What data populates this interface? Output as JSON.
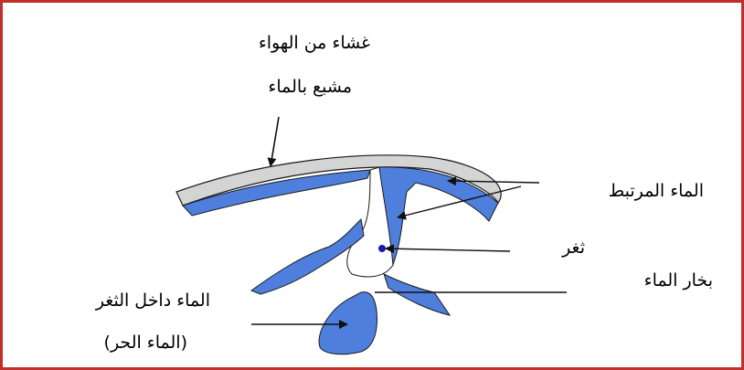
{
  "labels": {
    "air_film_line1": "غشاء من الهواء",
    "air_film_line2": "مشبع بالماء",
    "bound_water": "الماء المرتبط",
    "pore": "ثغر",
    "water_vapor": "بخار الماء",
    "pore_water_line1": "الماء داخل الثغر",
    "pore_water_line2": "(الماء الحر)"
  },
  "colors": {
    "frame": "#c0302a",
    "water": "#4f7fdd",
    "air_film": "#d4d4d4",
    "outline": "#1a1a1a",
    "pore_dot": "#1a1aa8"
  }
}
